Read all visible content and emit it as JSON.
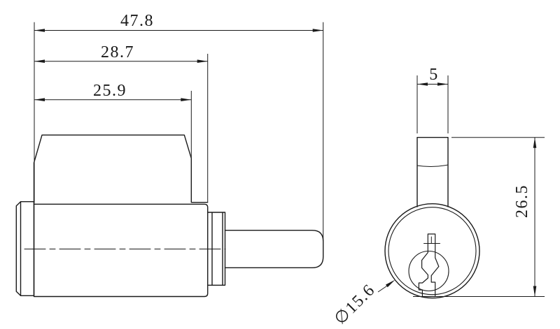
{
  "colors": {
    "line": "#1a1a1a",
    "background": "#ffffff"
  },
  "dimensions": {
    "overall_length": {
      "label": "47.8"
    },
    "body_length": {
      "label": "28.7"
    },
    "housing_length": {
      "label": "25.9"
    },
    "tailpiece_width": {
      "label": "5"
    },
    "overall_height": {
      "label": "26.5"
    },
    "cylinder_diameter": {
      "label": "∅15.6"
    }
  }
}
